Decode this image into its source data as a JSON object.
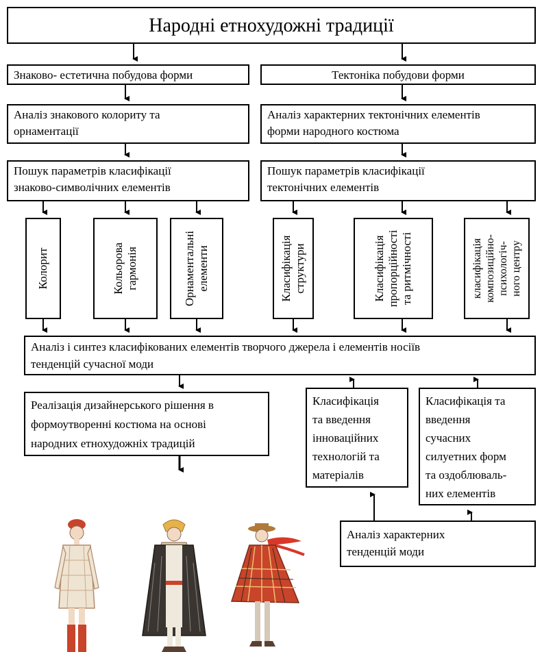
{
  "title": "Народні етнохудожні традиції",
  "branch_left": "Знаково- естетична побудова форми",
  "branch_right": "Тектоніка побудови форми",
  "left_analysis": [
    "Аналіз знакового колориту та",
    "орнаментації"
  ],
  "right_analysis": [
    "Аналіз характерних тектонічних елементів",
    "форми народного костюма"
  ],
  "left_search": [
    "Пошук параметрів класифікації",
    "знаково-символічних елементів"
  ],
  "right_search": [
    "Пошук параметрів класифікації",
    "тектонічних елементів"
  ],
  "vertical_boxes": [
    {
      "lines": [
        "Колорит"
      ]
    },
    {
      "lines": [
        "Кольорова",
        "гармонія"
      ]
    },
    {
      "lines": [
        "Орнаментальні",
        "елементи"
      ]
    },
    {
      "lines": [
        "Класифікація",
        "структури"
      ]
    },
    {
      "lines": [
        "Класифікація",
        "пропорційності",
        "та ритмічності"
      ]
    },
    {
      "lines": [
        "класифікація",
        "композиційно-",
        "психологіч-",
        "ного центру"
      ]
    }
  ],
  "synthesis": [
    "Аналіз і синтез класифікованих елементів творчого джерела і елементів носіїв",
    "тенденцій сучасної моди"
  ],
  "realization": [
    "Реалізація дизайнерського рішення в",
    "формоутворенні костюма на основі",
    "народних етнохудожніх традицій"
  ],
  "innovation": [
    "Класифікація",
    "та введення",
    "інноваційних",
    "технологій та",
    "матеріалів"
  ],
  "silhouette": [
    "Класифікація та",
    "введення",
    "сучасних",
    "силуетних форм",
    "та оздоблюваль-",
    "них елементів"
  ],
  "trends": [
    "Аналіз характерних",
    "тенденцій моди"
  ],
  "colors": {
    "line": "#000000",
    "coat_red": "#c8442a",
    "coat_dark": "#3a3530",
    "coat_tan": "#d9c3a0"
  }
}
